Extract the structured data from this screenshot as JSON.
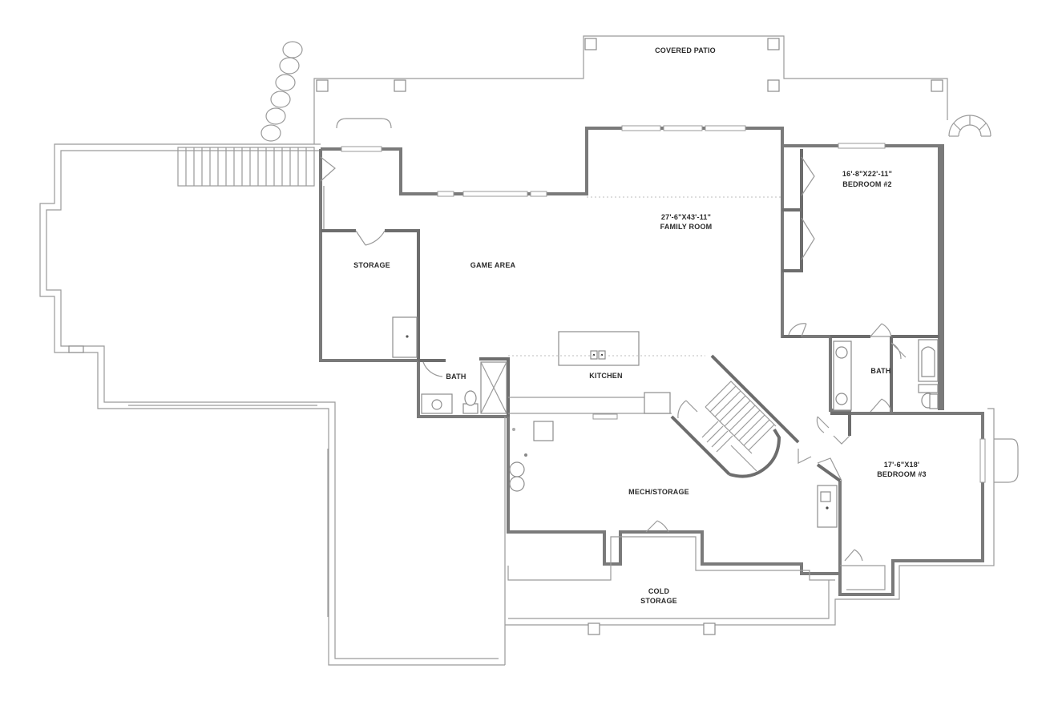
{
  "rooms": {
    "covered_patio": "COVERED PATIO",
    "bedroom2_dims": "16'-8\"X22'-11\"",
    "bedroom2_name": "BEDROOM #2",
    "family_dims": "27'-6\"X43'-11\"",
    "family_name": "FAMILY ROOM",
    "storage": "STORAGE",
    "game_area": "GAME AREA",
    "bath_left": "BATH",
    "kitchen": "KITCHEN",
    "bath_right": "BATH",
    "bedroom3_dims": "17'-6\"X18'",
    "bedroom3_name": "BEDROOM #3",
    "mech_storage": "MECH/STORAGE",
    "cold": "COLD",
    "cold_storage": "STORAGE"
  }
}
